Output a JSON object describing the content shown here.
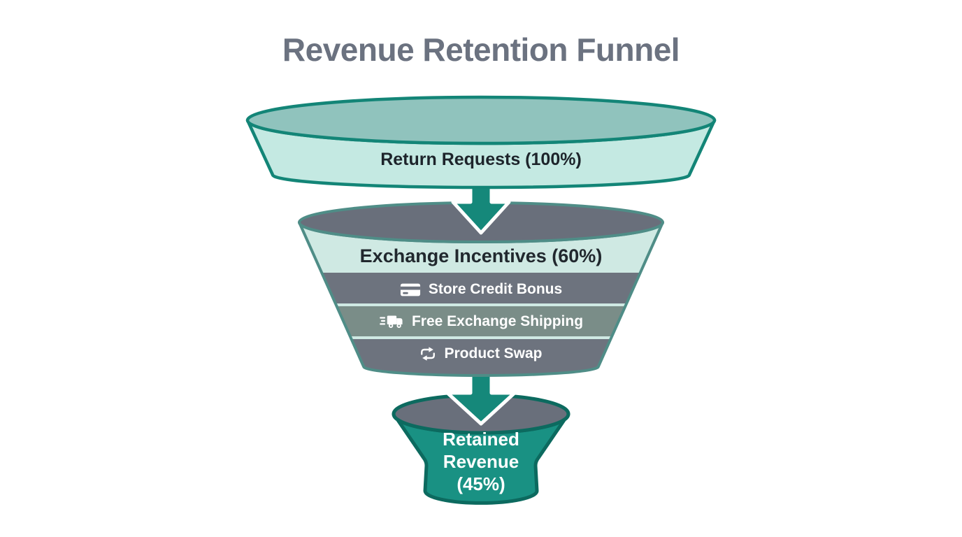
{
  "title": "Revenue Retention Funnel",
  "chart_data": {
    "type": "funnel",
    "title": "Revenue Retention Funnel",
    "categories": [
      "Return Requests",
      "Exchange Incentives",
      "Retained Revenue"
    ],
    "values": [
      100,
      60,
      45
    ],
    "unit": "%",
    "stage2_items": [
      "Store Credit Bonus",
      "Free Exchange Shipping",
      "Product Swap"
    ]
  },
  "funnel": {
    "stages": [
      {
        "name": "Return Requests",
        "percent": "100%",
        "label": "Return Requests (100%)"
      },
      {
        "name": "Exchange Incentives",
        "percent": "60%",
        "label": "Exchange Incentives (60%)",
        "items": [
          {
            "icon": "credit-card-icon",
            "label": "Store Credit Bonus"
          },
          {
            "icon": "truck-icon",
            "label": "Free Exchange Shipping"
          },
          {
            "icon": "swap-arrows-icon",
            "label": "Product Swap"
          }
        ]
      },
      {
        "name": "Retained Revenue",
        "percent": "45%",
        "label_lines": [
          "Retained",
          "Revenue",
          "(45%)"
        ]
      }
    ]
  },
  "colors": {
    "title_text": "#6b7280",
    "teal_accent": "#15887a",
    "teal_dark": "#0c6a5f",
    "mint_light": "#c4e9e2",
    "mint_band": "#cfe9e3",
    "muted_teal_top": "#90c3bd",
    "slate_gray": "#6d737e",
    "gray_green_band": "#7a8d88",
    "stage3_fill": "#199183",
    "dark_text": "#1d242b",
    "white_text": "#ffffff"
  }
}
